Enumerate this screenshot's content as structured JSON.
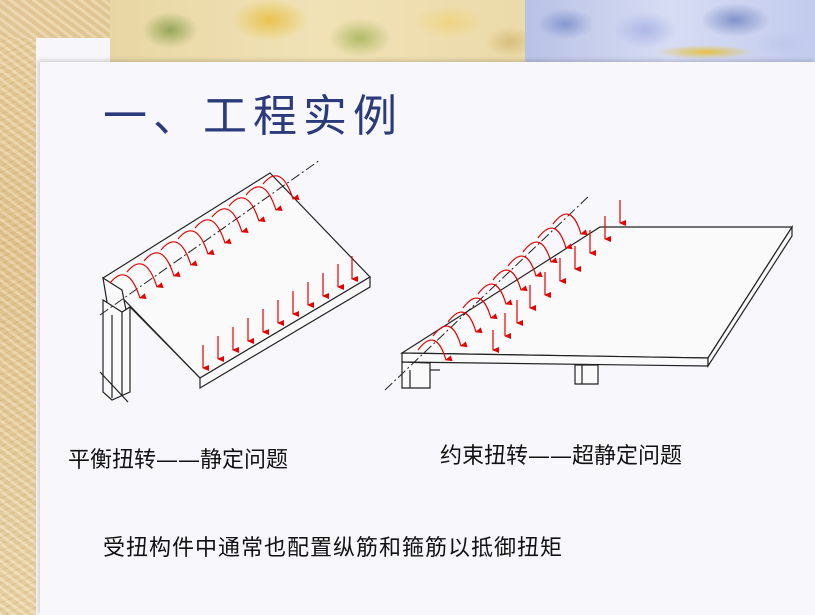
{
  "slide": {
    "title": "一、工程实例",
    "caption_left": "平衡扭转——静定问题",
    "caption_right": "约束扭转——超静定问题",
    "note": "受扭构件中通常也配置纵筋和箍筋以抵御扭矩"
  },
  "colors": {
    "title": "#2b3a7a",
    "arrow": "#e60000",
    "line": "#222222"
  }
}
